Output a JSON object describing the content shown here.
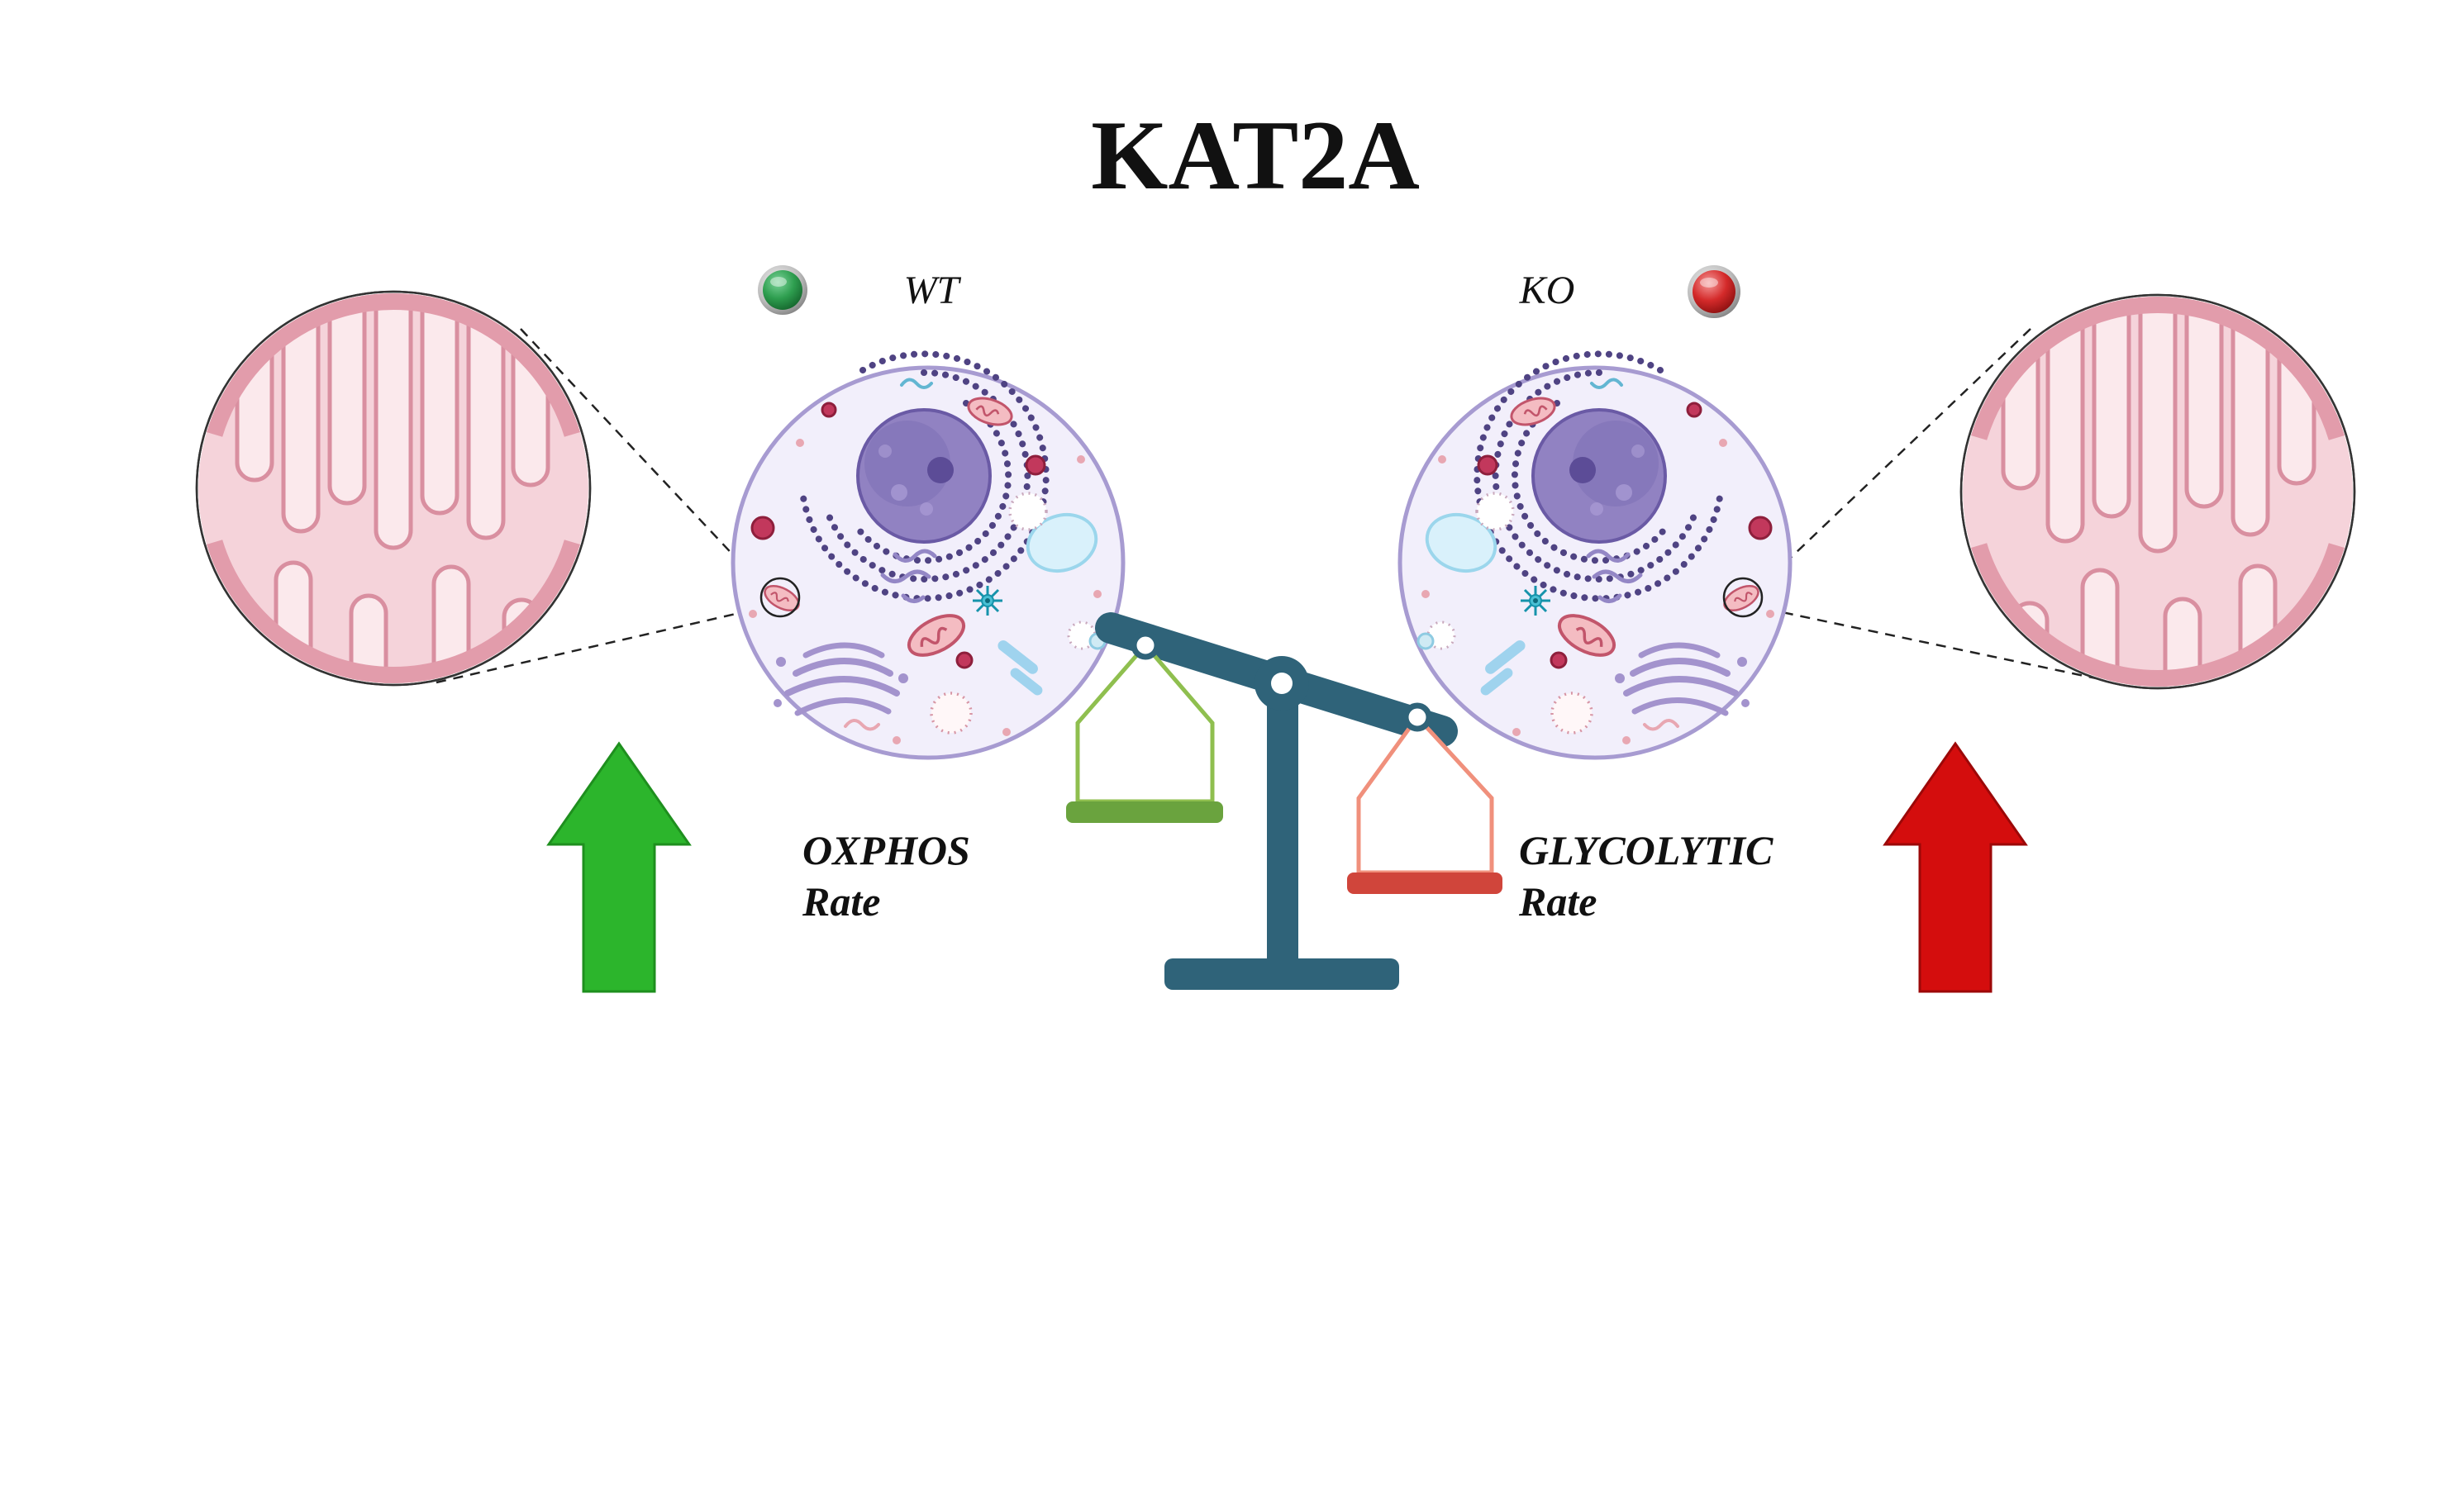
{
  "title": "KAT2A",
  "wt": {
    "label": "WT",
    "rate_label_line1": "OXPHOS",
    "rate_label_line2": "Rate",
    "arrow_color": "#2cb52c",
    "indicator_color": "#2e9e4f"
  },
  "ko": {
    "label": "KO",
    "rate_label_line1": "GLYCOLYTIC",
    "rate_label_line2": "Rate",
    "arrow_color": "#d40d0d",
    "indicator_color": "#d42a2a"
  },
  "scale": {
    "frame_color": "#2f6379",
    "left_pan_color": "#6aa33e",
    "left_wire_color": "#8fbf4f",
    "right_pan_color": "#d0453b",
    "right_wire_color": "#f0907c"
  },
  "cell_colors": {
    "membrane": "#a79bd1",
    "cytoplasm": "#f2effb",
    "nucleus": "#9182c2"
  },
  "mito_zoom_colors": {
    "membrane": "#e29cab",
    "matrix": "#f5d3da",
    "cristae": "#fbe9ec"
  }
}
